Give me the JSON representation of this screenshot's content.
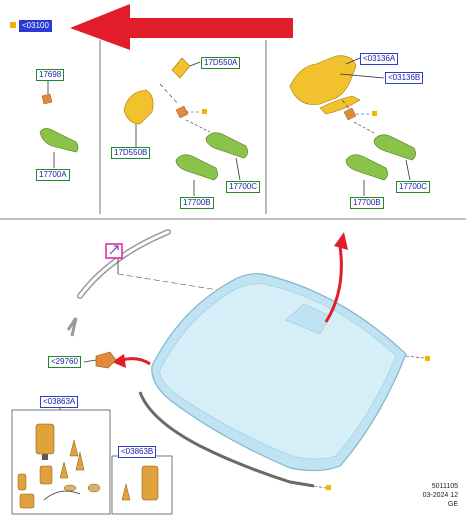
{
  "header": {
    "selected_ref": "<03100",
    "accent_arrow_color": "#e11d2a",
    "bullet_color": "#f2b400"
  },
  "colors": {
    "part_yellow": "#f2c12e",
    "part_green": "#8bc34a",
    "part_orange": "#e08a3c",
    "glass_blue": "#bfe3f2",
    "label_border_green": "#1f8a2a",
    "label_border_blue": "#2a3fd0"
  },
  "top_panels": [
    {
      "labels": [
        "17698",
        "17700A"
      ]
    },
    {
      "labels": [
        "17D550A",
        "17D550B",
        "17700B",
        "17700C"
      ]
    },
    {
      "labels": [
        "<03136A",
        "<03136B",
        "17700B",
        "17700C"
      ]
    }
  ],
  "bottom_section": {
    "labels": {
      "bracket": "<29760",
      "kit_a": "<03863A",
      "kit_b": "<03863B"
    },
    "icons": [
      "rain-sensor-icon",
      "windshield-glass",
      "moulding-strip"
    ]
  },
  "footer": {
    "code": "5011105",
    "date": "03-2024 12",
    "region": "GE"
  }
}
